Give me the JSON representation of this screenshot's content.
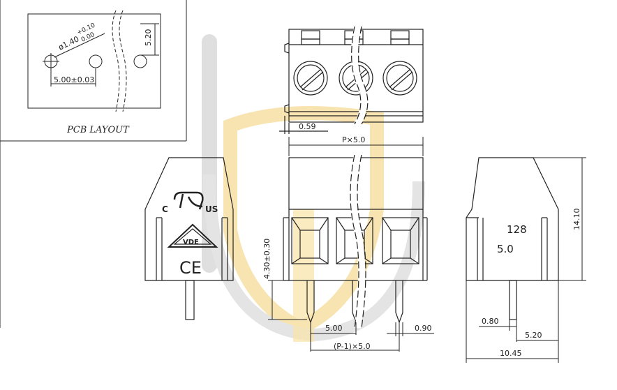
{
  "pcb_layout": {
    "title": "PCB LAYOUT",
    "hole_diameter": "ø1.40",
    "hole_tol_plus": "+0.10",
    "hole_tol_minus": "0.00",
    "pitch": "5.00±0.03",
    "offset": "5.20"
  },
  "markings": {
    "c": "C",
    "us": "US",
    "vde": "VDE",
    "ce": "CE"
  },
  "side_label": {
    "line1": "128",
    "line2": "5.0"
  },
  "dimensions": {
    "top_offset": "0.59",
    "width_total": "P×5.0",
    "height_pin": "4.30±0.30",
    "pin_pitch": "5.00",
    "pin_width": "0.90",
    "span": "(P-1)×5.0",
    "height_total": "14.10",
    "pin_thick": "0.80",
    "pin_offset": "5.20",
    "depth": "10.45"
  },
  "colors": {
    "line": "#222222",
    "watermark_gray": "#d9d9d9",
    "watermark_gold": "#f6dc9a"
  }
}
